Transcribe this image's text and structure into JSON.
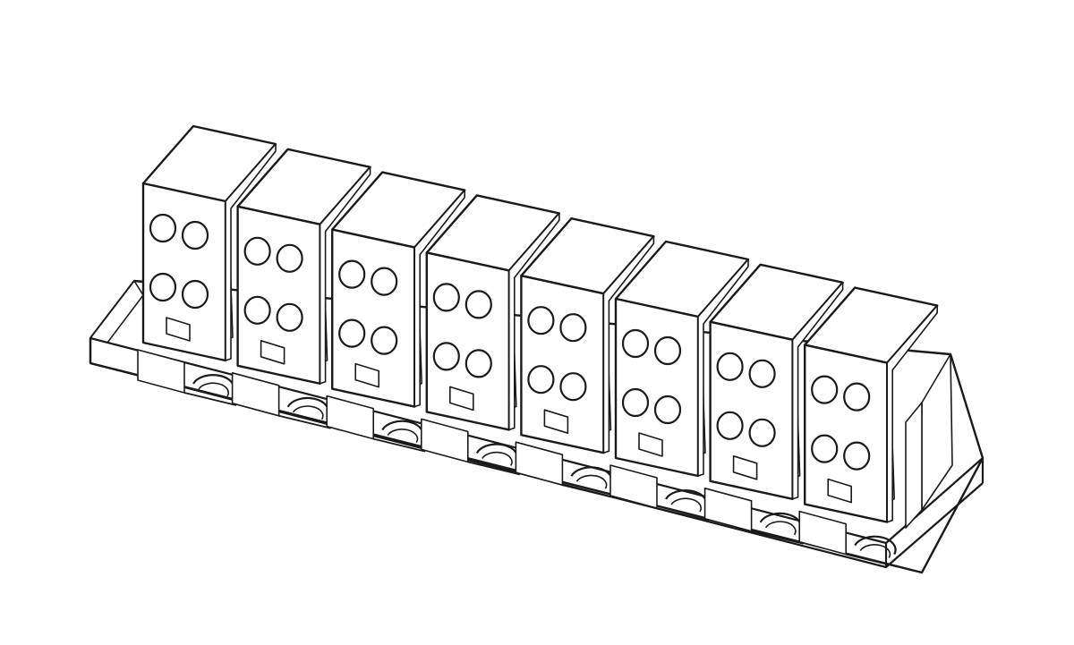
{
  "drawing": {
    "subject": "terminal-block-assembly",
    "style": "black line art on white background",
    "colors": {
      "background": "#ffffff",
      "line": "#1a1a1a",
      "fill": "#ffffff"
    },
    "module_count": 8,
    "holes_per_module": 4,
    "holes_layout": "2x2",
    "components": [
      "base-tray",
      "terminal-modules",
      "divider-clips",
      "screw-clamps",
      "end-stops"
    ]
  }
}
